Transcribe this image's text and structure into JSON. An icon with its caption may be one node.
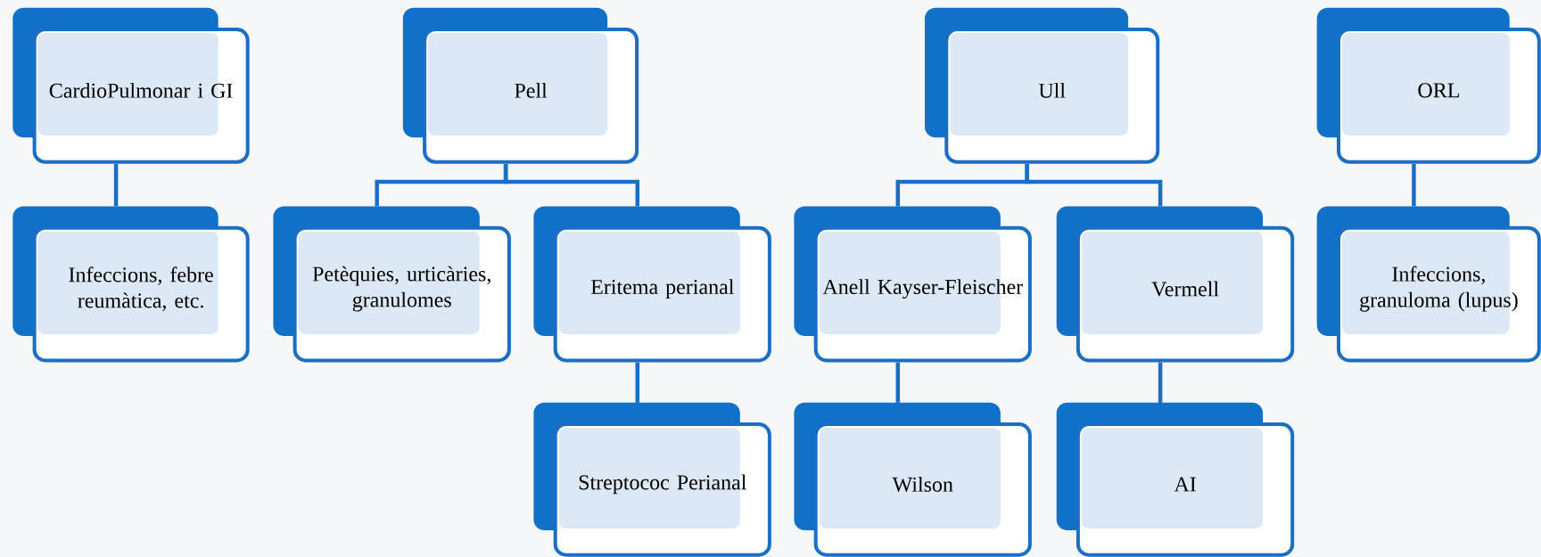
{
  "diagram": {
    "nodes": [
      {
        "text": [
          "CardioPulmonar i GI"
        ]
      },
      {
        "text": [
          "Pell"
        ]
      },
      {
        "text": [
          "Ull"
        ]
      },
      {
        "text": [
          "ORL"
        ]
      },
      {
        "text": [
          "Infeccions, febre reumàtica, etc."
        ]
      },
      {
        "text": [
          "Petèquies, urticàries, granulomes"
        ]
      },
      {
        "text": [
          "Eritema perianal"
        ]
      },
      {
        "text": [
          "Anell Kayser-Fleischer"
        ]
      },
      {
        "text": [
          "Vermell"
        ]
      },
      {
        "text": [
          "Infeccions, granuloma (lupus)"
        ]
      },
      {
        "text": [
          "Streptococ Perianal"
        ]
      },
      {
        "text": [
          "Wilson"
        ]
      },
      {
        "text": [
          "AI"
        ]
      }
    ],
    "edges": [
      {
        "from": 0,
        "to": 4,
        "arrow": "none"
      },
      {
        "from": 1,
        "to": 5,
        "arrow": "none"
      },
      {
        "from": 1,
        "to": 6,
        "arrow": "none"
      },
      {
        "from": 2,
        "to": 7,
        "arrow": "none"
      },
      {
        "from": 2,
        "to": 8,
        "arrow": "none"
      },
      {
        "from": 3,
        "to": 9,
        "arrow": "none"
      },
      {
        "from": 6,
        "to": 10,
        "arrow": "none"
      },
      {
        "from": 7,
        "to": 11,
        "arrow": "none"
      },
      {
        "from": 8,
        "to": 12,
        "arrow": "none"
      }
    ]
  }
}
